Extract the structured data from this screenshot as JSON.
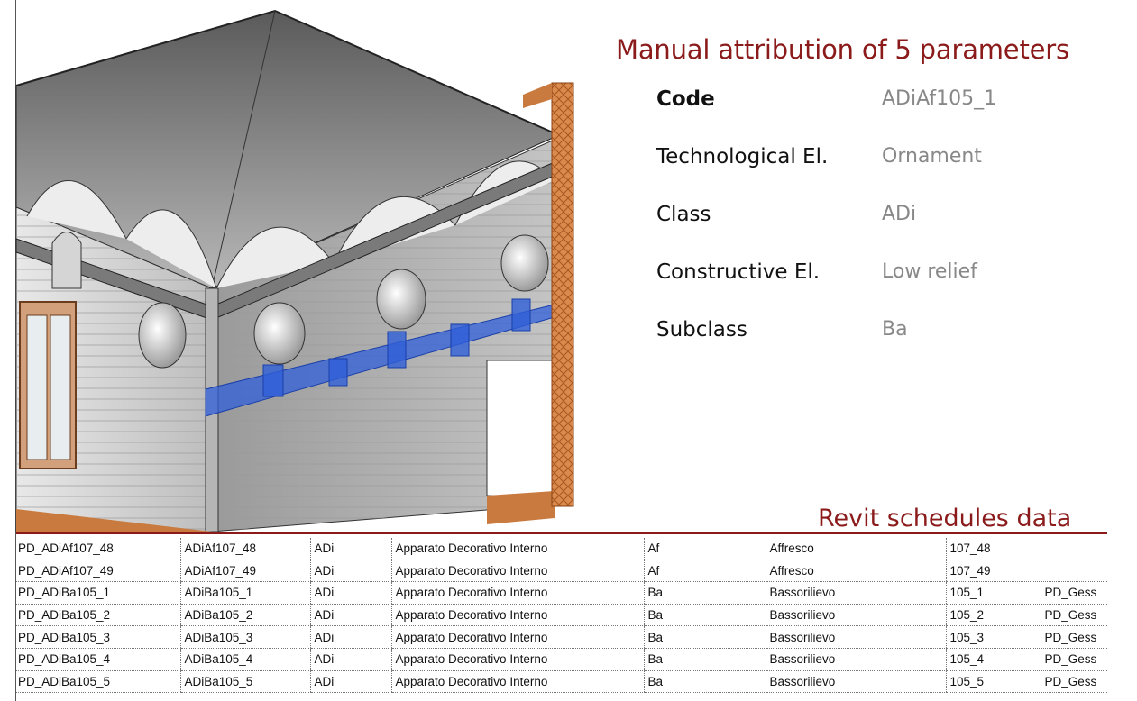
{
  "heading": "Manual attribution of  5 parameters",
  "parameters": [
    {
      "key": "Code",
      "value": "ADiAf105_1",
      "bold": true
    },
    {
      "key": "Technological El.",
      "value": "Ornament",
      "bold": false
    },
    {
      "key": "Class",
      "value": "ADi",
      "bold": false
    },
    {
      "key": "Constructive El.",
      "value": "Low relief",
      "bold": false
    },
    {
      "key": "Subclass",
      "value": "Ba",
      "bold": false
    }
  ],
  "schedules_heading": "Revit schedules data",
  "schedule_rows": [
    [
      "PD_ADiAf107_48",
      "ADiAf107_48",
      "ADi",
      "Apparato Decorativo Interno",
      "Af",
      "Affresco",
      "107_48",
      ""
    ],
    [
      "PD_ADiAf107_49",
      "ADiAf107_49",
      "ADi",
      "Apparato Decorativo Interno",
      "Af",
      "Affresco",
      "107_49",
      ""
    ],
    [
      "PD_ADiBa105_1",
      "ADiBa105_1",
      "ADi",
      "Apparato Decorativo Interno",
      "Ba",
      "Bassorilievo",
      "105_1",
      "PD_Gess"
    ],
    [
      "PD_ADiBa105_2",
      "ADiBa105_2",
      "ADi",
      "Apparato Decorativo Interno",
      "Ba",
      "Bassorilievo",
      "105_2",
      "PD_Gess"
    ],
    [
      "PD_ADiBa105_3",
      "ADiBa105_3",
      "ADi",
      "Apparato Decorativo Interno",
      "Ba",
      "Bassorilievo",
      "105_3",
      "PD_Gess"
    ],
    [
      "PD_ADiBa105_4",
      "ADiBa105_4",
      "ADi",
      "Apparato Decorativo Interno",
      "Ba",
      "Bassorilievo",
      "105_4",
      "PD_Gess"
    ],
    [
      "PD_ADiBa105_5",
      "ADiBa105_5",
      "ADi",
      "Apparato Decorativo Interno",
      "Ba",
      "Bassorilievo",
      "105_5",
      "PD_Gess"
    ]
  ],
  "colors": {
    "heading": "#8b1a1a",
    "highlight": "#2f5fd8",
    "brick": "#d98a4c",
    "wall": "#c9c9c9"
  }
}
